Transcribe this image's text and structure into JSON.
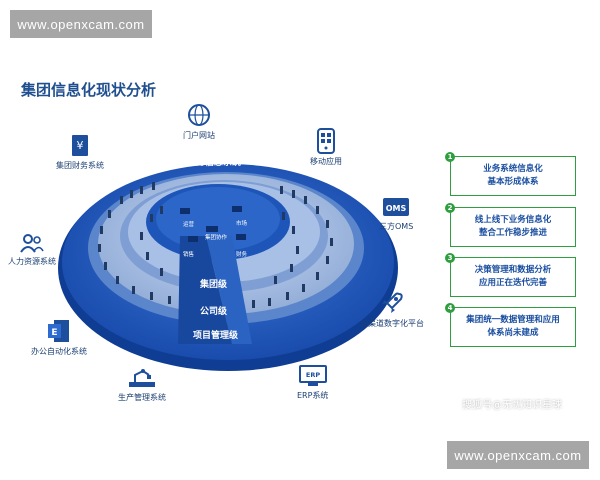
{
  "watermark": {
    "top": "www.openxcam.com",
    "bottom": "www.openxcam.com"
  },
  "title": "集团信息化现状分析",
  "diagram": {
    "ring_labels": {
      "business": "业务信息系统",
      "group": "集团级",
      "company": "公司级",
      "project": "项目管理级"
    },
    "center_labels": [
      "运营",
      "市场",
      "集团协作",
      "销售",
      "财务"
    ],
    "systems": [
      {
        "name": "集团财务系统",
        "icon": "finance-yen-icon"
      },
      {
        "name": "门户网站",
        "icon": "portal-globe-icon"
      },
      {
        "name": "移动应用",
        "icon": "mobile-phone-icon"
      },
      {
        "name": "三方OMS",
        "icon": "oms-icon"
      },
      {
        "name": "人力资源系统",
        "icon": "people-icon"
      },
      {
        "name": "全渠道数字化平台",
        "icon": "rocket-icon"
      },
      {
        "name": "办公自动化系统",
        "icon": "office-doc-icon"
      },
      {
        "name": "生产管理系统",
        "icon": "factory-robot-icon"
      },
      {
        "name": "ERP系统",
        "icon": "erp-screen-icon"
      }
    ],
    "oms_badge": "OMS",
    "erp_badge": "ERP"
  },
  "status": [
    {
      "num": "1",
      "text": "业务系统信息化\n基本形成体系"
    },
    {
      "num": "2",
      "text": "线上线下业务信息化\n整合工作稳步推进"
    },
    {
      "num": "3",
      "text": "决策管理和数据分析\n应用正在迭代完善"
    },
    {
      "num": "4",
      "text": "集团统一数据管理和应用\n体系尚未建成"
    }
  ],
  "credit": "搜狐号@无忧知识星球",
  "colors": {
    "accent_green": "#2f9e3e",
    "ring_blue": "#1f5bc4",
    "dark_blue": "#163f8f",
    "light_ring": "#9ab6e3"
  }
}
